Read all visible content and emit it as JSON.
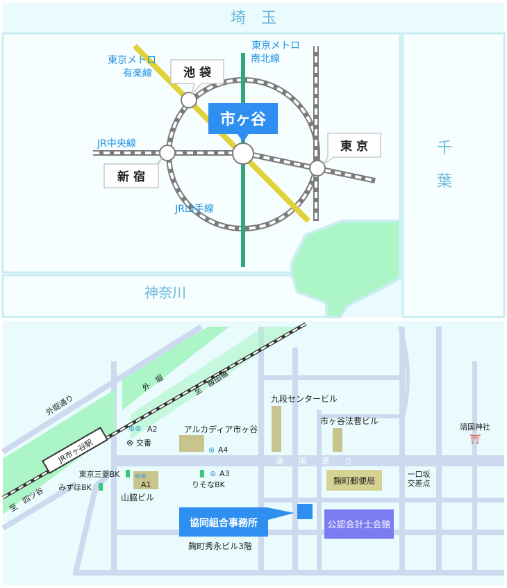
{
  "top_map": {
    "regions": {
      "north": "埼　玉",
      "east": [
        "千",
        "葉"
      ],
      "south": "神奈川"
    },
    "lines": {
      "yurakucho": [
        "東京メトロ",
        "有楽線"
      ],
      "namboku": [
        "東京メトロ",
        "南北線"
      ],
      "chuo": "JR中央線",
      "yamanote": "JR山手線"
    },
    "stations": {
      "ikebukuro": "池 袋",
      "ichigaya": "市ヶ谷",
      "shinjuku": "新 宿",
      "tokyo": "東 京"
    },
    "colors": {
      "background": "#e9fbfd",
      "land": "#f6feff",
      "sea": "#abf5c6",
      "namboku": "#2ea87a",
      "yurakucho": "#e0d23a",
      "label_blue": "#1a8fe0",
      "highlight": "#2f8ff0"
    }
  },
  "bottom_map": {
    "areas": {
      "moat_label": "外　堀",
      "sotobori_dori": "外堀通り",
      "to_iidabashi": "至　飯田橋",
      "to_yotsuya": "至　四ツ谷",
      "jr_station": "JR市ヶ谷駅",
      "yasukuni_dori": "靖　　国　　通　　り"
    },
    "landmarks": {
      "exit_a2": "A2",
      "koban": "交番",
      "arcadia": "アルカディア市ヶ谷",
      "exit_a4": "A4",
      "kudan": "九段センタービル",
      "shosha": "市ヶ谷法曹ビル",
      "yasukuni_shrine": "靖国神社",
      "torii": "⛩",
      "mitsubishi_bk": "東京三菱BK",
      "mizuho_bk": "みずほBK",
      "exit_a1": "A1",
      "yamawaki": "山脇ビル",
      "exit_a3": "A3",
      "resona_bk": "りそなBK",
      "post_office": "麹町郵便局",
      "ichiguchizaka": [
        "一口坂",
        "交差点"
      ],
      "kaikeishi": "公認会計士会館",
      "office": "協同組合事務所",
      "office_building": "麹町秀永ビル3階"
    },
    "colors": {
      "background": "#e9fbfd",
      "road": "#cdd9ee",
      "green": "#abf5c6",
      "building": "#c8c48d",
      "post": "#d6d293",
      "kaikeishi": "#7c7cf2",
      "office": "#2f8ff0",
      "rail_dark": "#333333"
    }
  }
}
